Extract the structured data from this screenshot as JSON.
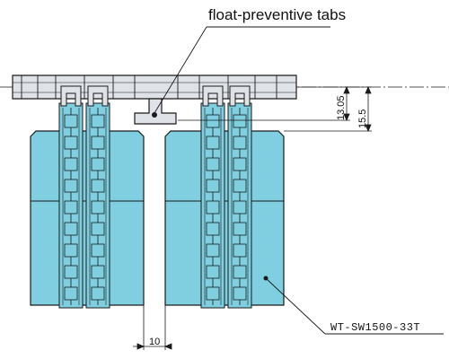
{
  "callout": {
    "label": "float-preventive tabs"
  },
  "dimensions": {
    "height_a": "13.05",
    "height_b": "15.5",
    "gap": "10"
  },
  "part_label": "WT-SW1500-33T",
  "colors": {
    "block_fill": "#7fcfe0",
    "rail_fill": "#dfe3e8",
    "stroke": "#1a1a1a",
    "background": "#ffffff"
  }
}
